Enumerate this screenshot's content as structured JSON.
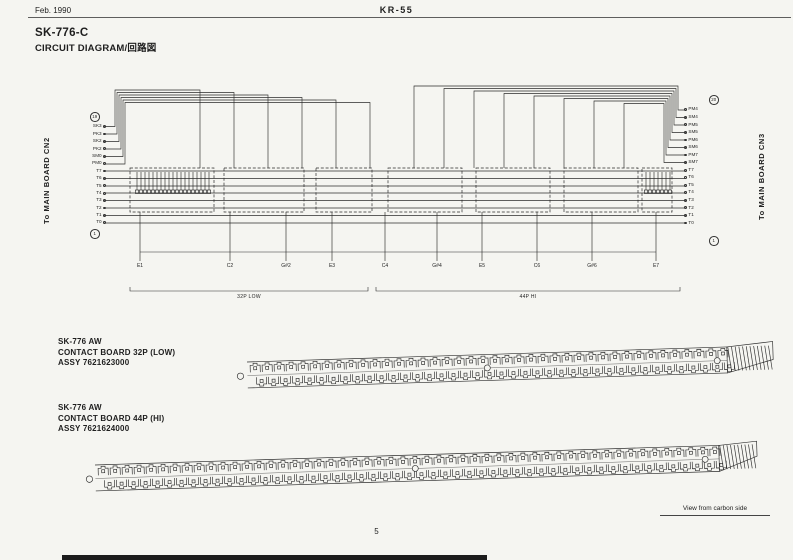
{
  "page": {
    "date": "Feb. 1990",
    "model": "KR-55",
    "number": "5"
  },
  "title": {
    "code": "SK-776-C",
    "heading": "CIRCUIT DIAGRAM/回路図"
  },
  "diagram": {
    "left_board_label": "To MAIN BOARD CN2",
    "right_board_label": "To MAIN BOARD CN3",
    "left_pin_top_number": "19",
    "left_pin_bottom_number": "1",
    "right_pin_top_number": "20",
    "right_pin_bottom_number": "1",
    "left_pins": [
      "SK3",
      "PK3",
      "SK2",
      "PK2",
      "SM0",
      "PM0",
      "T7",
      "T6",
      "T5",
      "T4",
      "T3",
      "T2",
      "T1",
      "T0"
    ],
    "right_pins": [
      "PM4",
      "SM4",
      "PM5",
      "SM5",
      "PM6",
      "SM6",
      "PM7",
      "SM7",
      "T7",
      "T6",
      "T5",
      "T4",
      "T3",
      "T2",
      "T1",
      "T0"
    ],
    "key_position_labels": [
      "E1",
      "C2",
      "G#2",
      "E3",
      "C4",
      "G#4",
      "E5",
      "C6",
      "G#6",
      "E7"
    ],
    "bracket_low_label": "32P LOW",
    "bracket_hi_label": "44P HI"
  },
  "boards": {
    "low": {
      "name": "SK-776 AW",
      "desc": "CONTACT BOARD 32P (LOW)",
      "assy": "ASSY 7621623000"
    },
    "hi": {
      "name": "SK-776 AW",
      "desc": "CONTACT BOARD 44P (HI)",
      "assy": "ASSY 7621624000"
    }
  },
  "footer": {
    "view_note": "View from carbon side"
  }
}
